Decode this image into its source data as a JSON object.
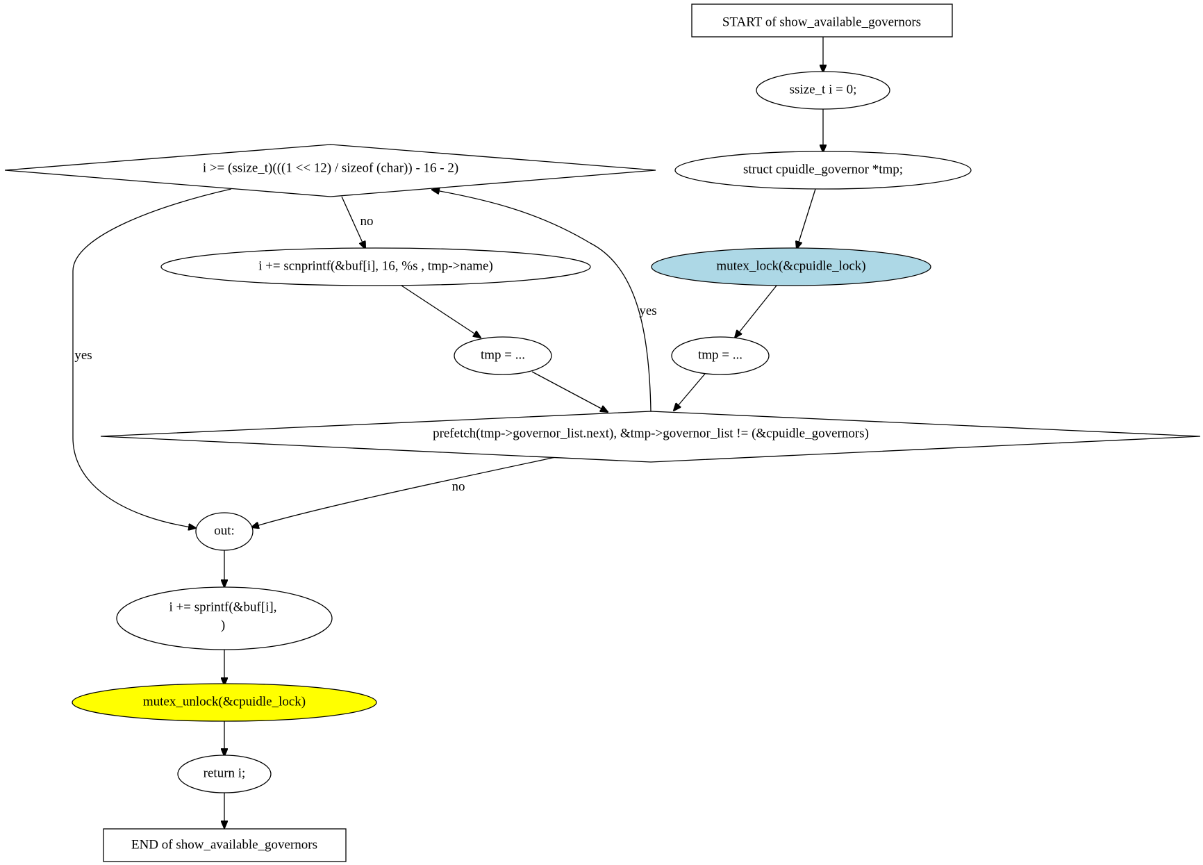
{
  "colors": {
    "default_fill": "#ffffff",
    "lock_fill": "#add8e6",
    "unlock_fill": "#ffff00",
    "stroke": "#000000"
  },
  "nodes": {
    "start": "START of show_available_governors",
    "init_i": "ssize_t i = 0;",
    "decl_tmp": "struct cpuidle_governor *tmp;",
    "lock": "mutex_lock(&cpuidle_lock)",
    "tmp_assign_init": "tmp = ...",
    "loop_cond": "prefetch(tmp->governor_list.next), &tmp->governor_list != (&cpuidle_governors)",
    "size_check": "i >= (ssize_t)(((1 << 12) / sizeof (char)) - 16 - 2)",
    "scnprintf": "i += scnprintf(&buf[i], 16, %s , tmp->name)",
    "tmp_assign_next": "tmp = ...",
    "out_label": "out:",
    "sprintf_line1": "i += sprintf(&buf[i],",
    "sprintf_line2": ")",
    "unlock": "mutex_unlock(&cpuidle_lock)",
    "return_i": "return i;",
    "end": "END of show_available_governors"
  },
  "edge_labels": {
    "size_check_no": "no",
    "size_check_yes": "yes",
    "loop_yes": "yes",
    "loop_no": "no"
  }
}
